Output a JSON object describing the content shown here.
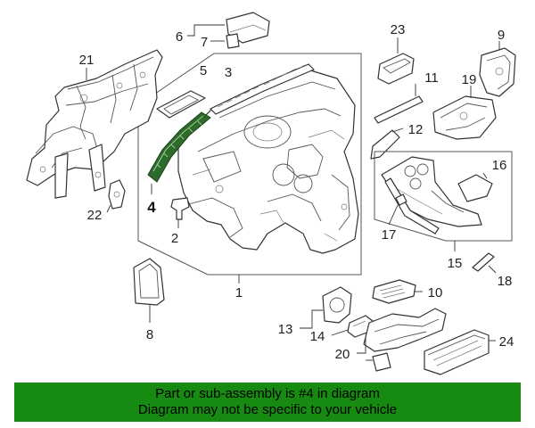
{
  "diagram": {
    "highlight_color": "#178a12",
    "part_color": "#2d6b2b",
    "callouts": [
      {
        "id": "c1",
        "text": "1"
      },
      {
        "id": "c2",
        "text": "2"
      },
      {
        "id": "c3",
        "text": "3"
      },
      {
        "id": "c4",
        "text": "4"
      },
      {
        "id": "c5",
        "text": "5"
      },
      {
        "id": "c6",
        "text": "6"
      },
      {
        "id": "c7",
        "text": "7"
      },
      {
        "id": "c8",
        "text": "8"
      },
      {
        "id": "c9",
        "text": "9"
      },
      {
        "id": "c10",
        "text": "10"
      },
      {
        "id": "c11",
        "text": "11"
      },
      {
        "id": "c12",
        "text": "12"
      },
      {
        "id": "c13",
        "text": "13"
      },
      {
        "id": "c14",
        "text": "14"
      },
      {
        "id": "c15",
        "text": "15"
      },
      {
        "id": "c16",
        "text": "16"
      },
      {
        "id": "c17",
        "text": "17"
      },
      {
        "id": "c18",
        "text": "18"
      },
      {
        "id": "c19",
        "text": "19"
      },
      {
        "id": "c20",
        "text": "20"
      },
      {
        "id": "c21",
        "text": "21"
      },
      {
        "id": "c22",
        "text": "22"
      },
      {
        "id": "c23",
        "text": "23"
      },
      {
        "id": "c24",
        "text": "24"
      }
    ]
  },
  "banner": {
    "line1": "Part or sub-assembly is #4 in diagram",
    "line2": "Diagram may not be specific to your vehicle"
  }
}
